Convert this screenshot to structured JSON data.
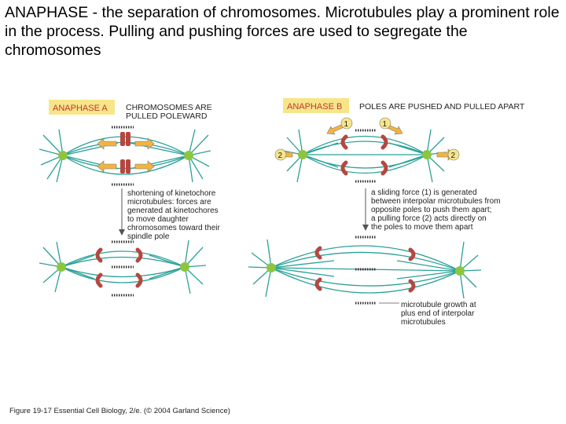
{
  "slide": {
    "title": "ANAPHASE - the separation of chromosomes. Microtubules play a prominent role in the process. Pulling and pushing forces are used to segregate the chromosomes"
  },
  "panel_a": {
    "tag": "ANAPHASE A",
    "heading_lines": [
      "CHROMOSOMES ARE",
      "PULLED POLEWARD"
    ],
    "description_lines": [
      "shortening of kinetochore",
      "microtubules: forces are",
      "generated at kinetochores",
      "to move daughter",
      "chromosomes toward their",
      "spindle pole"
    ]
  },
  "panel_b": {
    "tag": "ANAPHASE B",
    "heading": "POLES ARE PUSHED AND PULLED APART",
    "force_1": "1",
    "force_2": "2",
    "description_lines": [
      "a sliding force (1) is generated",
      "between interpolar microtubules from",
      "opposite poles to push them apart;",
      "a pulling force (2) acts directly on",
      "the poles to move them apart"
    ],
    "growth_lines": [
      "microtubule growth at",
      "plus end of interpolar",
      "microtubules"
    ]
  },
  "caption": "Figure 19-17   Essential Cell Biology, 2/e. (© 2004 Garland Science)",
  "colors": {
    "tag_bg": "#f7e58a",
    "tag_text": "#c0392b",
    "microtubule": "#2aa198",
    "centrosome": "#8cc63f",
    "chromosome": "#b5473f",
    "arrow": "#f2b441",
    "label_text": "#222222"
  }
}
